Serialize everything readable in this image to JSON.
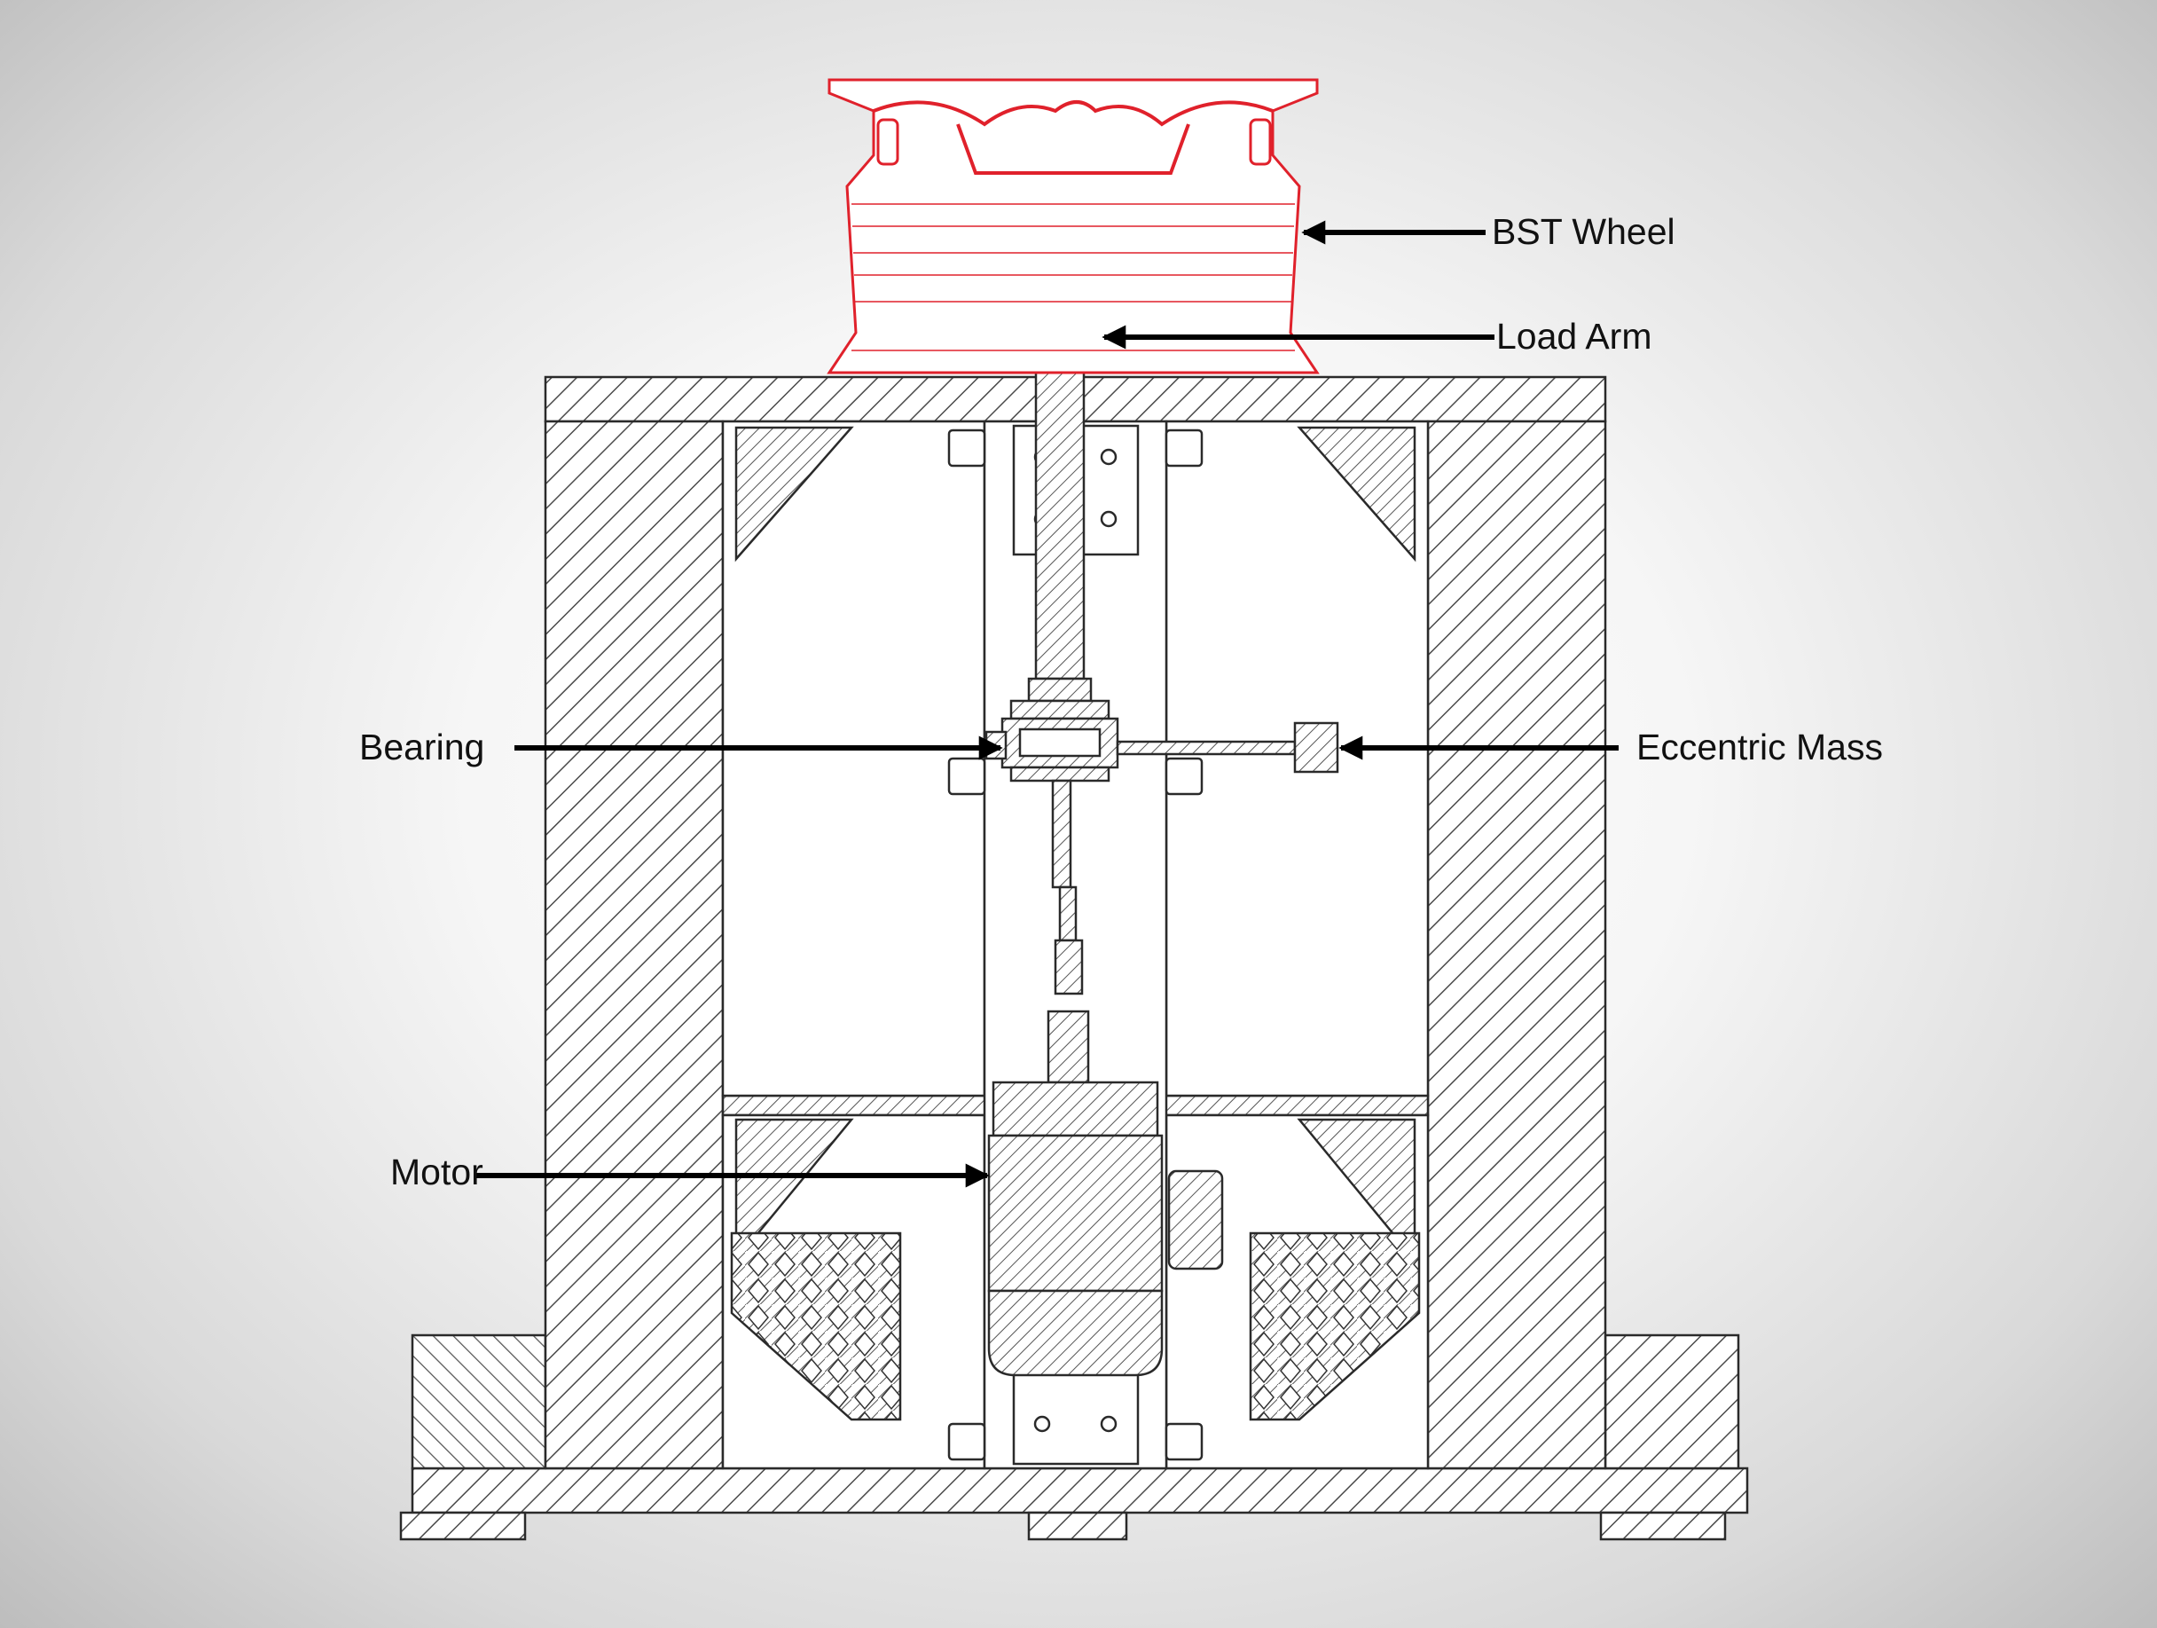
{
  "labels": {
    "bst_wheel": "BST Wheel",
    "load_arm": "Load Arm",
    "bearing": "Bearing",
    "eccentric_mass": "Eccentric Mass",
    "motor": "Motor"
  },
  "colors": {
    "wheel": "#e0212b",
    "line": "#2a2a2a",
    "arrow": "#000000"
  }
}
